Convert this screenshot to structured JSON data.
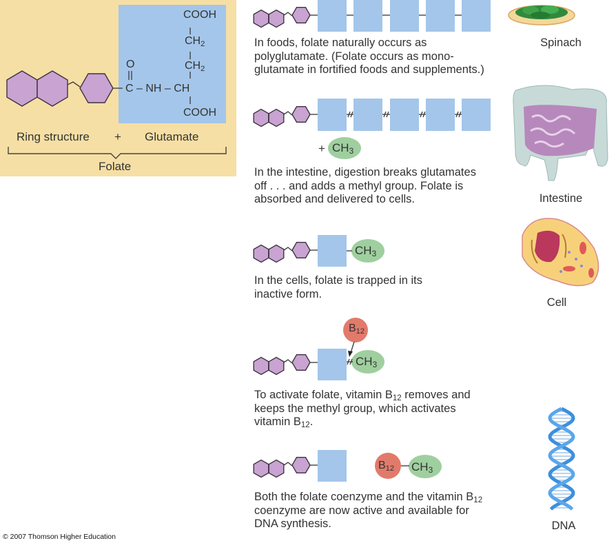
{
  "structure": {
    "chem": {
      "cooh_top": "COOH",
      "ch2_upper": "CH",
      "ch2_upper_sub": "2",
      "ch2_lower": "CH",
      "ch2_lower_sub": "2",
      "carbonyl_o": "O",
      "chain": "C – NH – CH",
      "cooh_bottom": "COOH"
    },
    "label_ring": "Ring structure",
    "label_plus": "+",
    "label_glutamate": "Glutamate",
    "label_folate": "Folate"
  },
  "steps": [
    {
      "desc": "In foods, folate naturally occurs as polyglutamate. (Folate occurs as mono-glutamate in fortified foods and supplements.)",
      "desc_lines": [
        "In foods, folate naturally occurs as",
        "polyglutamate. (Folate occurs as mono-",
        "glutamate in fortified foods and supplements.)"
      ],
      "image_label": "Spinach"
    },
    {
      "plus": "+",
      "ch3": "CH",
      "ch3_sub": "3",
      "desc_lines": [
        "In the intestine, digestion breaks glutamates",
        "off . . .  and adds a methyl group. Folate is",
        "absorbed and delivered to cells."
      ],
      "image_label": "Intestine"
    },
    {
      "ch3": "CH",
      "ch3_sub": "3",
      "desc_lines": [
        "In the cells, folate is trapped in its",
        "inactive form."
      ],
      "image_label": "Cell"
    },
    {
      "b12": "B",
      "b12_sub": "12",
      "ch3": "CH",
      "ch3_sub": "3",
      "desc_parts": {
        "l1_a": "To activate folate, vitamin B",
        "l1_sub": "12",
        "l1_b": " removes and",
        "l2": "keeps the methyl group, which activates",
        "l3_a": "vitamin B",
        "l3_sub": "12",
        "l3_b": "."
      }
    },
    {
      "b12": "B",
      "b12_sub": "12",
      "ch3": "CH",
      "ch3_sub": "3",
      "desc_parts": {
        "l1_a": "Both the folate coenzyme and the vitamin B",
        "l1_sub": "12",
        "l2": "coenzyme are now active and available for",
        "l3": "DNA synthesis."
      },
      "image_label": "DNA"
    }
  ],
  "icons": [
    "spinach-plate-illustration",
    "intestine-illustration",
    "cell-illustration",
    "dna-helix-illustration"
  ],
  "colors": {
    "panel_tan": "#f6dfa4",
    "glutamate_blue": "#a4c6ea",
    "ring_purple": "#c9a3d1",
    "methyl_green": "#9fcf9f",
    "b12_red": "#e27a6b"
  },
  "copyright": "© 2007 Thomson Higher Education"
}
